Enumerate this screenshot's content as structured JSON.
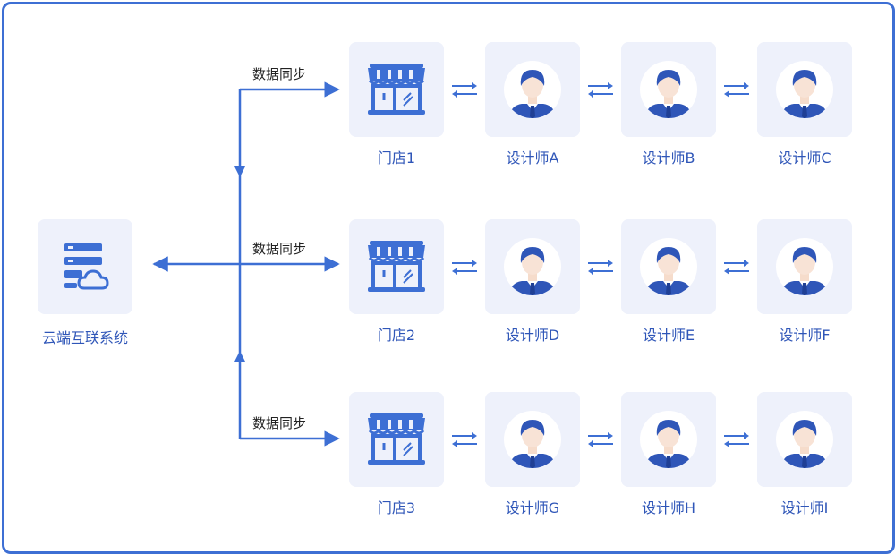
{
  "cloud": {
    "label": "云端互联系统",
    "icon": "cloud-server-icon"
  },
  "sync_label": "数据同步",
  "rows": [
    {
      "store": "门店1",
      "designers": [
        "设计师A",
        "设计师B",
        "设计师C"
      ]
    },
    {
      "store": "门店2",
      "designers": [
        "设计师D",
        "设计师E",
        "设计师F"
      ]
    },
    {
      "store": "门店3",
      "designers": [
        "设计师G",
        "设计师H",
        "设计师I"
      ]
    }
  ],
  "colors": {
    "primary": "#3d6fd4",
    "tile": "#eef1fb",
    "label": "#2f56b8"
  }
}
